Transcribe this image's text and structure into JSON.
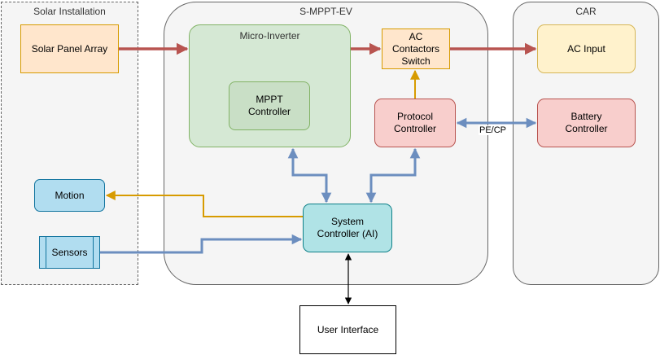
{
  "groups": {
    "solar_installation": "Solar Installation",
    "smppt_ev": "S-MPPT-EV",
    "car": "CAR",
    "micro_inverter": "Micro-Inverter"
  },
  "nodes": {
    "solar_panel_array": "Solar Panel Array",
    "mppt_controller": "MPPT\nController",
    "ac_contactors_switch": "AC\nContactors\nSwitch",
    "ac_input": "AC Input",
    "protocol_controller": "Protocol\nController",
    "battery_controller": "Battery\nController",
    "motion": "Motion",
    "sensors": "Sensors",
    "system_controller": "System\nController (AI)",
    "user_interface": "User Interface"
  },
  "edges": {
    "protocol_to_battery_label": "PE/CP"
  },
  "colors": {
    "power_flow": "#b85450",
    "data_flow": "#6c8ebf",
    "control_flow": "#d79b00",
    "ui_link": "#000000"
  }
}
